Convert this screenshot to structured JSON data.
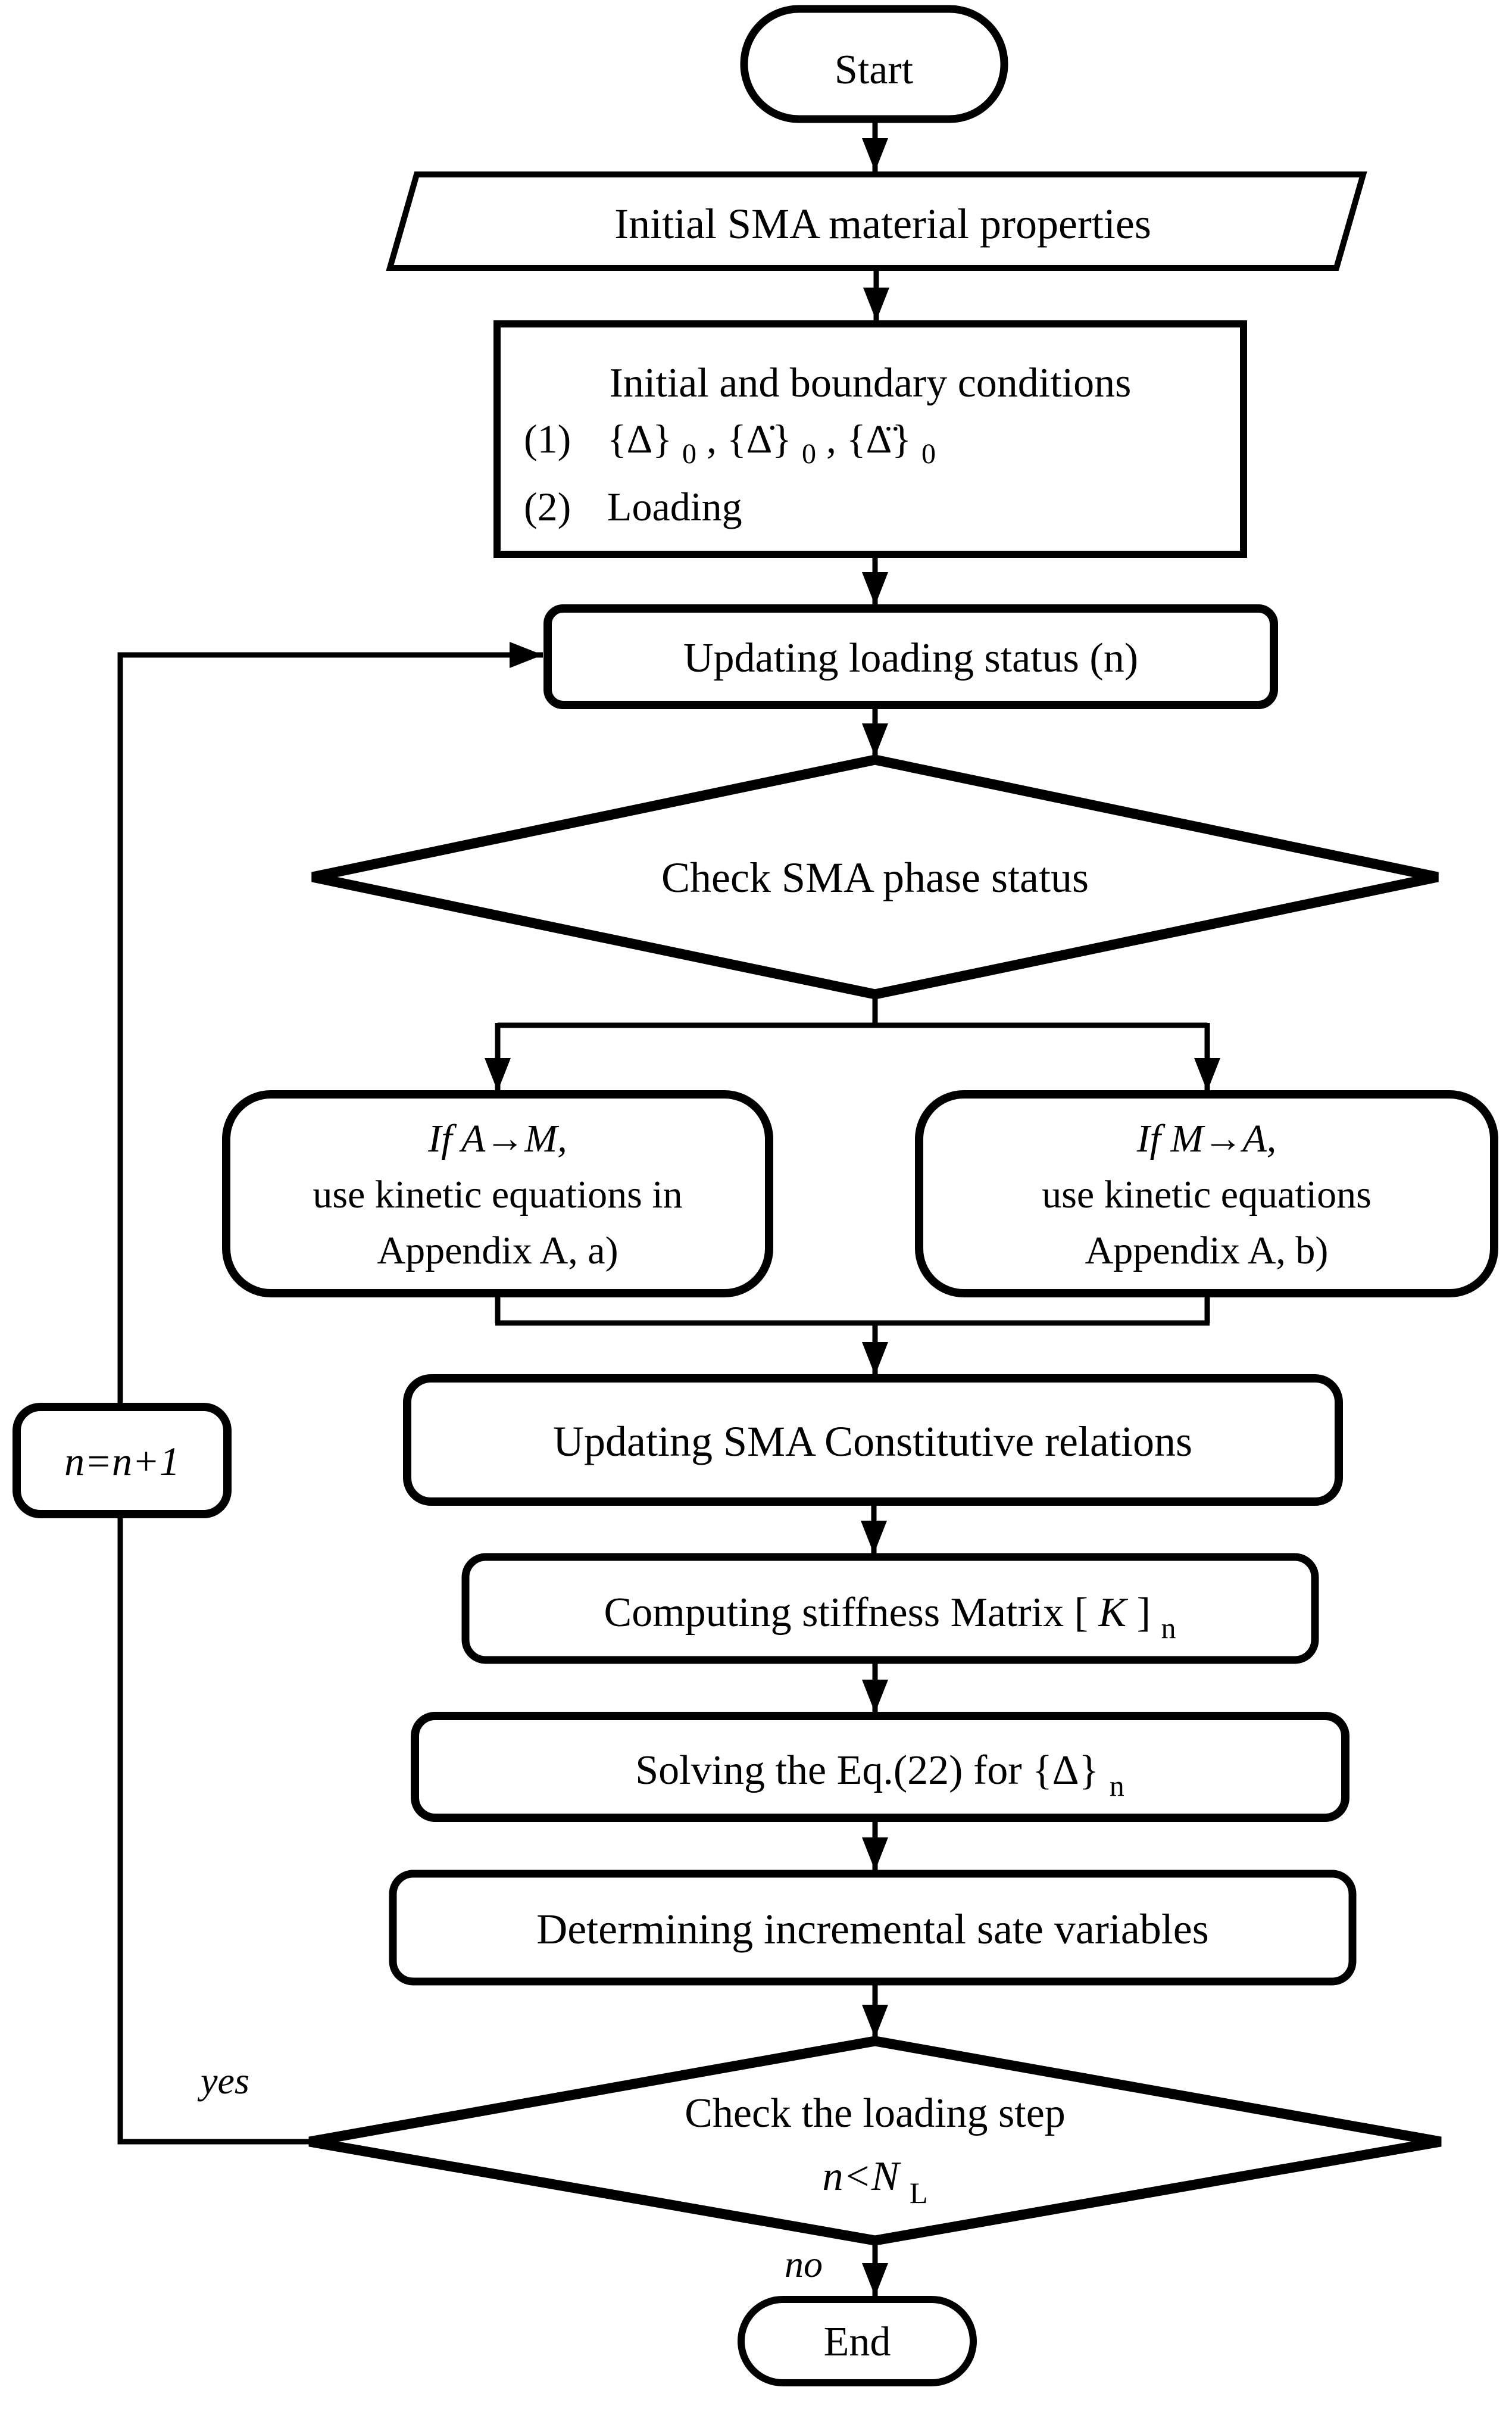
{
  "nodes": {
    "start": "Start",
    "material_properties": "Initial SMA material properties",
    "initial_conditions": {
      "title": "Initial and boundary conditions",
      "item1_no": "(1)",
      "item1_f1": "{Δ}",
      "item1_s1": "0",
      "item1_f2": ", {Δ̇}",
      "item1_s2": "0",
      "item1_f3": ", {Δ̈}",
      "item1_s3": "0",
      "item2_no": "(2)",
      "item2_text": "Loading"
    },
    "updating_loading_status": "Updating loading status (n)",
    "check_phase": "Check SMA phase status",
    "branch_a_to_m": {
      "line1": "If A→M,",
      "line2": "use kinetic equations in",
      "line3": "Appendix A, a)"
    },
    "branch_m_to_a": {
      "line1": "If M→A,",
      "line2": "use kinetic equations",
      "line3": "Appendix A, b)"
    },
    "updating_constitutive": "Updating SMA Constitutive relations",
    "computing_stiffness": {
      "pre": "Computing stiffness Matrix [",
      "k": "K",
      "post": "]",
      "sub": "n"
    },
    "solving": {
      "pre": "Solving the Eq.(22) for {Δ}",
      "sub": "n"
    },
    "incremental_variables": "Determining incremental sate variables",
    "check_loading_step": {
      "line1": "Check the loading step",
      "cond": "n<N",
      "cond_sub": "L"
    },
    "increment_counter": "n=n+1",
    "end": "End"
  },
  "edge_labels": {
    "yes": "yes",
    "no": "no"
  },
  "colors": {
    "stroke": "#000000",
    "background": "#ffffff"
  }
}
